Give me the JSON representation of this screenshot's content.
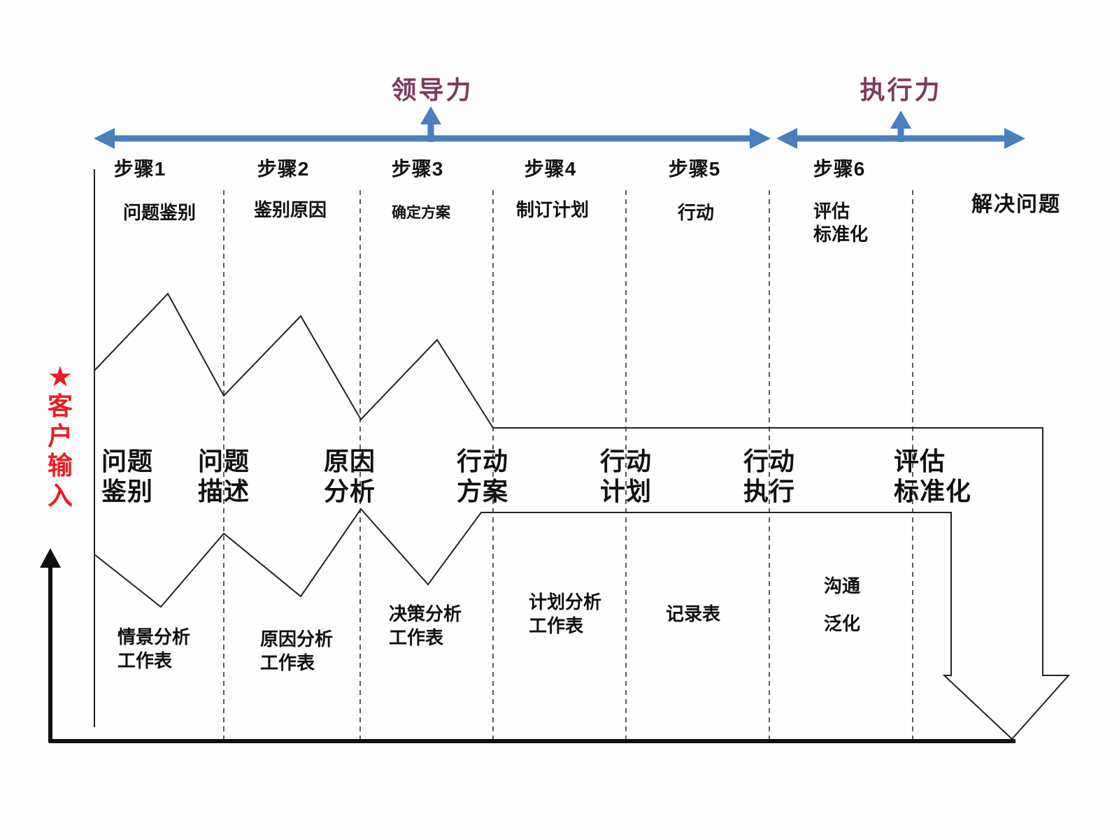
{
  "header": {
    "leadership_label": "领导力",
    "execution_label": "执行力"
  },
  "steps": [
    {
      "label": "步骤1",
      "sublabel": "问题鉴别"
    },
    {
      "label": "步骤2",
      "sublabel": "鉴别原因"
    },
    {
      "label": "步骤3",
      "sublabel": "确定方案"
    },
    {
      "label": "步骤4",
      "sublabel": "制订计划"
    },
    {
      "label": "步骤5",
      "sublabel": "行动"
    },
    {
      "label": "步骤6",
      "sublabel": "评估\n标准化"
    }
  ],
  "result_label": "解决问题",
  "customer_input_label": "★\n客\n户\n输\n入",
  "ribbon_stages": [
    "问题\n鉴别",
    "问题\n描述",
    "原因\n分析",
    "行动\n方案",
    "行动\n计划",
    "行动\n执行",
    "评估\n标准化"
  ],
  "tools": [
    "情景分析\n工作表",
    "原因分析\n工作表",
    "决策分析\n工作表",
    "计划分析\n工作表",
    "记录表",
    "沟通",
    "泛化"
  ],
  "colors": {
    "arrow_blue": "#4a7ebd",
    "title_purple": "#7d3a5b",
    "customer_red": "#ec1c24",
    "line_black": "#1a1a1a"
  }
}
